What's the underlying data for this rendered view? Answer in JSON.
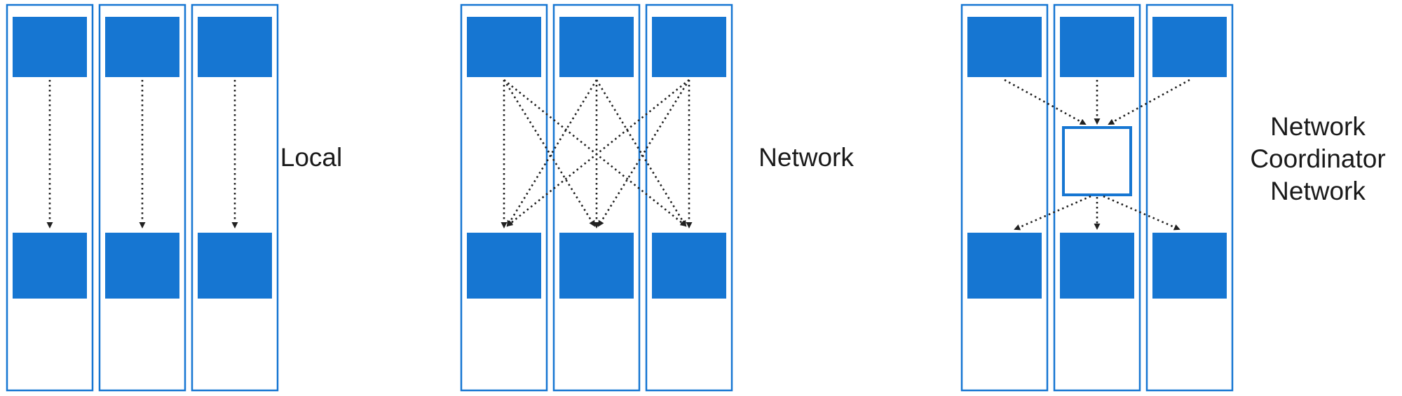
{
  "diagram": {
    "groups": [
      {
        "id": "local",
        "label": "Local",
        "pattern": "point-to-point",
        "top_nodes": 3,
        "bottom_nodes": 3,
        "connections": "each top node to the bottom node directly below"
      },
      {
        "id": "network",
        "label": "Network",
        "pattern": "full-mesh",
        "top_nodes": 3,
        "bottom_nodes": 3,
        "connections": "every top node to every bottom node"
      },
      {
        "id": "network-coordinator",
        "label_lines": [
          "Network",
          "Coordinator",
          "Network"
        ],
        "pattern": "hub-and-spoke",
        "top_nodes": 3,
        "bottom_nodes": 3,
        "connections": "all top nodes into central coordinator node, coordinator out to all bottom nodes"
      }
    ],
    "colors": {
      "node_fill": "#1676D2",
      "column_border": "#1676D2",
      "coordinator_fill": "#FFFFFF",
      "arrow": "#212121",
      "label_text": "#1A1A1A",
      "background": "#FFFFFF"
    }
  }
}
